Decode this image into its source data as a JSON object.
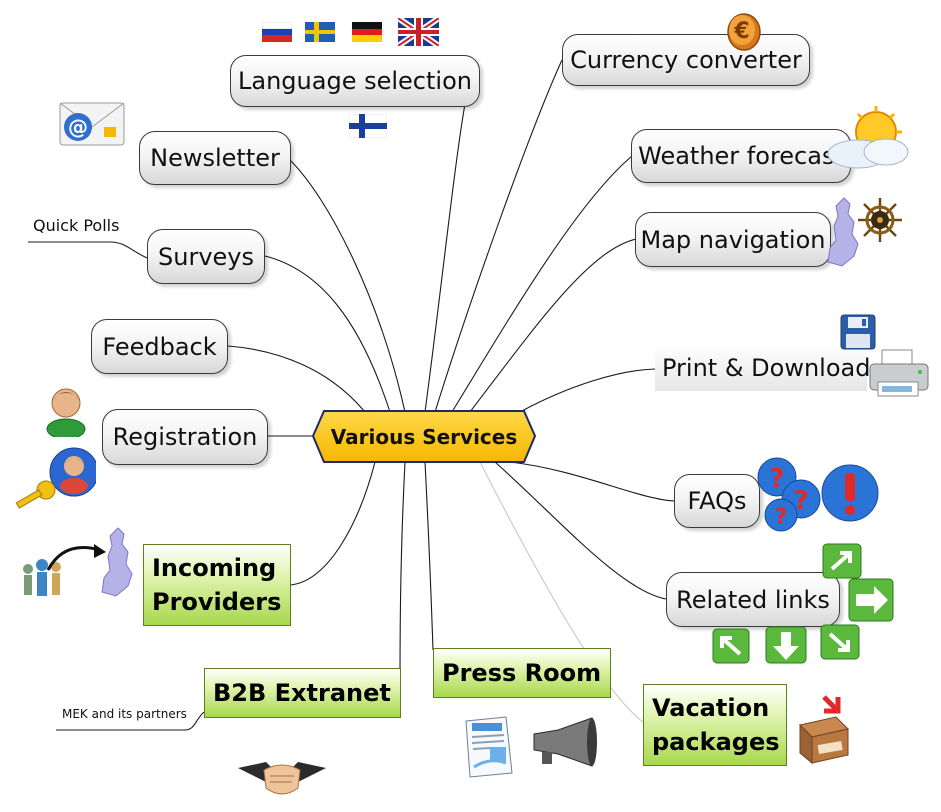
{
  "central": {
    "label": "Various Services",
    "color": "#ffc000"
  },
  "branches": {
    "language_selection": "Language selection",
    "currency_converter": "Currency converter",
    "newsletter": "Newsletter",
    "weather_forecast": "Weather forecast",
    "surveys": "Surveys",
    "map_navigation": "Map navigation",
    "feedback": "Feedback",
    "print_download": "Print & Download",
    "registration": "Registration",
    "faqs": "FAQs",
    "related_links": "Related links"
  },
  "green_branches": {
    "incoming_providers": [
      "Incoming",
      "Providers"
    ],
    "b2b_extranet": "B2B Extranet",
    "press_room": "Press Room",
    "vacation_packages": [
      "Vacation",
      "packages"
    ],
    "color": "#a8d84c"
  },
  "notes": {
    "quick_polls": "Quick Polls",
    "mek_partners": "MEK and its partners"
  },
  "icons": [
    "flag-russia-icon",
    "flag-sweden-icon",
    "flag-germany-icon",
    "flag-uk-icon",
    "flag-finland-icon",
    "euro-coin-icon",
    "email-envelope-icon",
    "weather-sun-cloud-icon",
    "finland-map-icon",
    "ship-wheel-icon",
    "floppy-disk-icon",
    "printer-icon",
    "user-avatar-icon",
    "user-key-icon",
    "question-marks-icon",
    "exclamation-icon",
    "arrow-button-icon",
    "people-group-icon",
    "handshake-icon",
    "document-icon",
    "megaphone-icon",
    "import-box-icon"
  ]
}
